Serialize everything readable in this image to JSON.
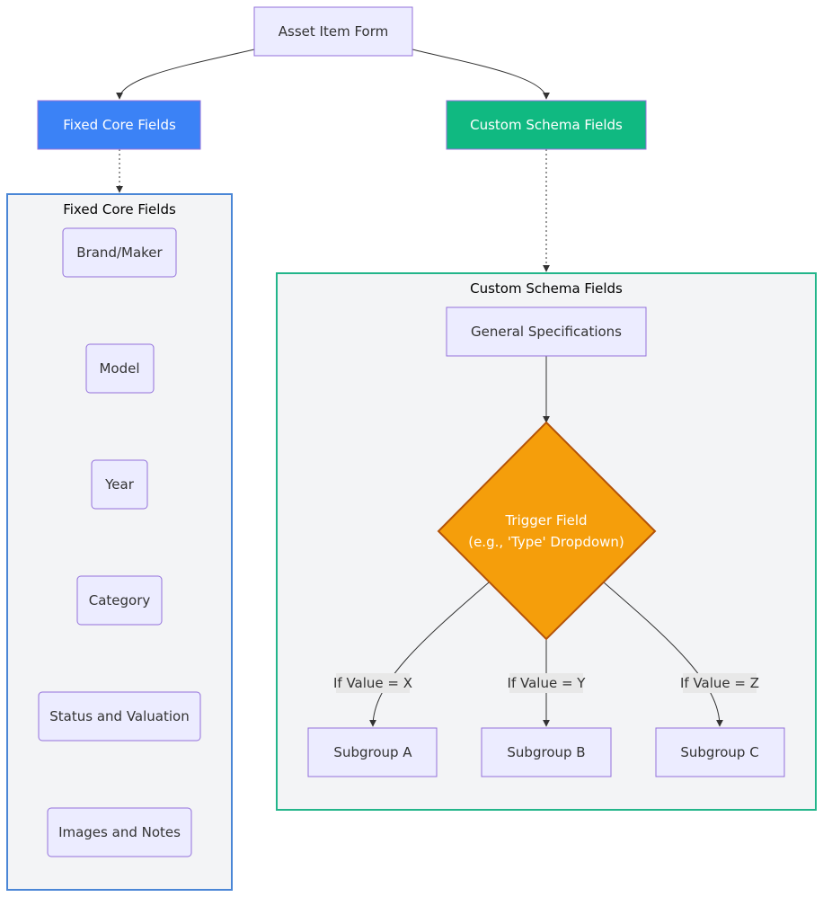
{
  "nodes": {
    "asset_item_form": "Asset Item Form",
    "fixed_core_fields": "Fixed Core Fields",
    "custom_schema_fields": "Custom Schema Fields",
    "brand_maker": "Brand/Maker",
    "model": "Model",
    "year": "Year",
    "category": "Category",
    "status_valuation": "Status and Valuation",
    "images_notes": "Images and Notes",
    "general_specifications": "General Specifications",
    "trigger_field_line1": "Trigger Field",
    "trigger_field_line2": "(e.g., 'Type' Dropdown)",
    "subgroup_a": "Subgroup A",
    "subgroup_b": "Subgroup B",
    "subgroup_c": "Subgroup C"
  },
  "clusters": {
    "fixed_core_fields": "Fixed Core Fields",
    "custom_schema_fields": "Custom Schema Fields"
  },
  "edge_labels": {
    "value_x": "If Value = X",
    "value_y": "If Value = Y",
    "value_z": "If Value = Z"
  },
  "colors": {
    "node_fill": "#ECECFF",
    "node_stroke": "#9370DB",
    "fixed_core_fill": "#3B82F6",
    "custom_schema_fill": "#10B981",
    "trigger_fill": "#F59E0B",
    "trigger_stroke": "#B45309",
    "cluster_fill": "#F3F4F6",
    "fixed_cluster_stroke": "#4A86D6",
    "custom_cluster_stroke": "#22B58A",
    "edge_color": "#333333",
    "edge_label_bg": "#E8E8E8"
  }
}
